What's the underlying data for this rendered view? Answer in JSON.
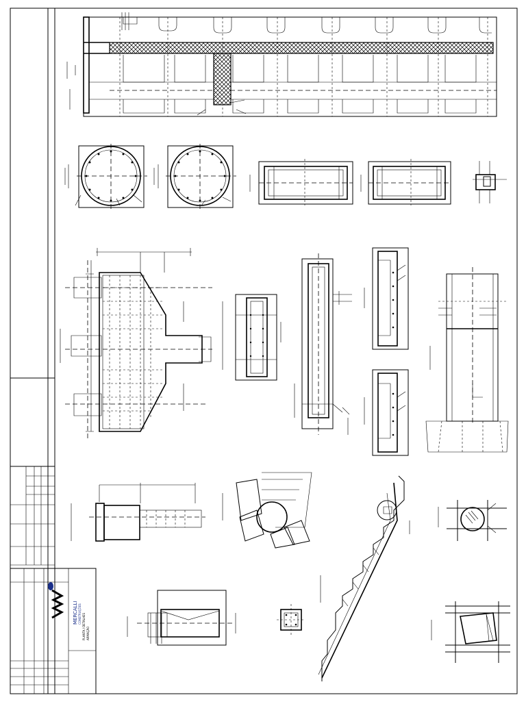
{
  "title_block": {
    "company_name": "MERCALLI",
    "company_subtitle": "CONSTRUÇÕES",
    "line_2": "PLANTA / DETALHES",
    "line_3": "ARMAÇÃO",
    "brand_color": "#1a2f8a"
  },
  "drawing": {
    "line_color": "#000000",
    "background": "#ffffff"
  }
}
